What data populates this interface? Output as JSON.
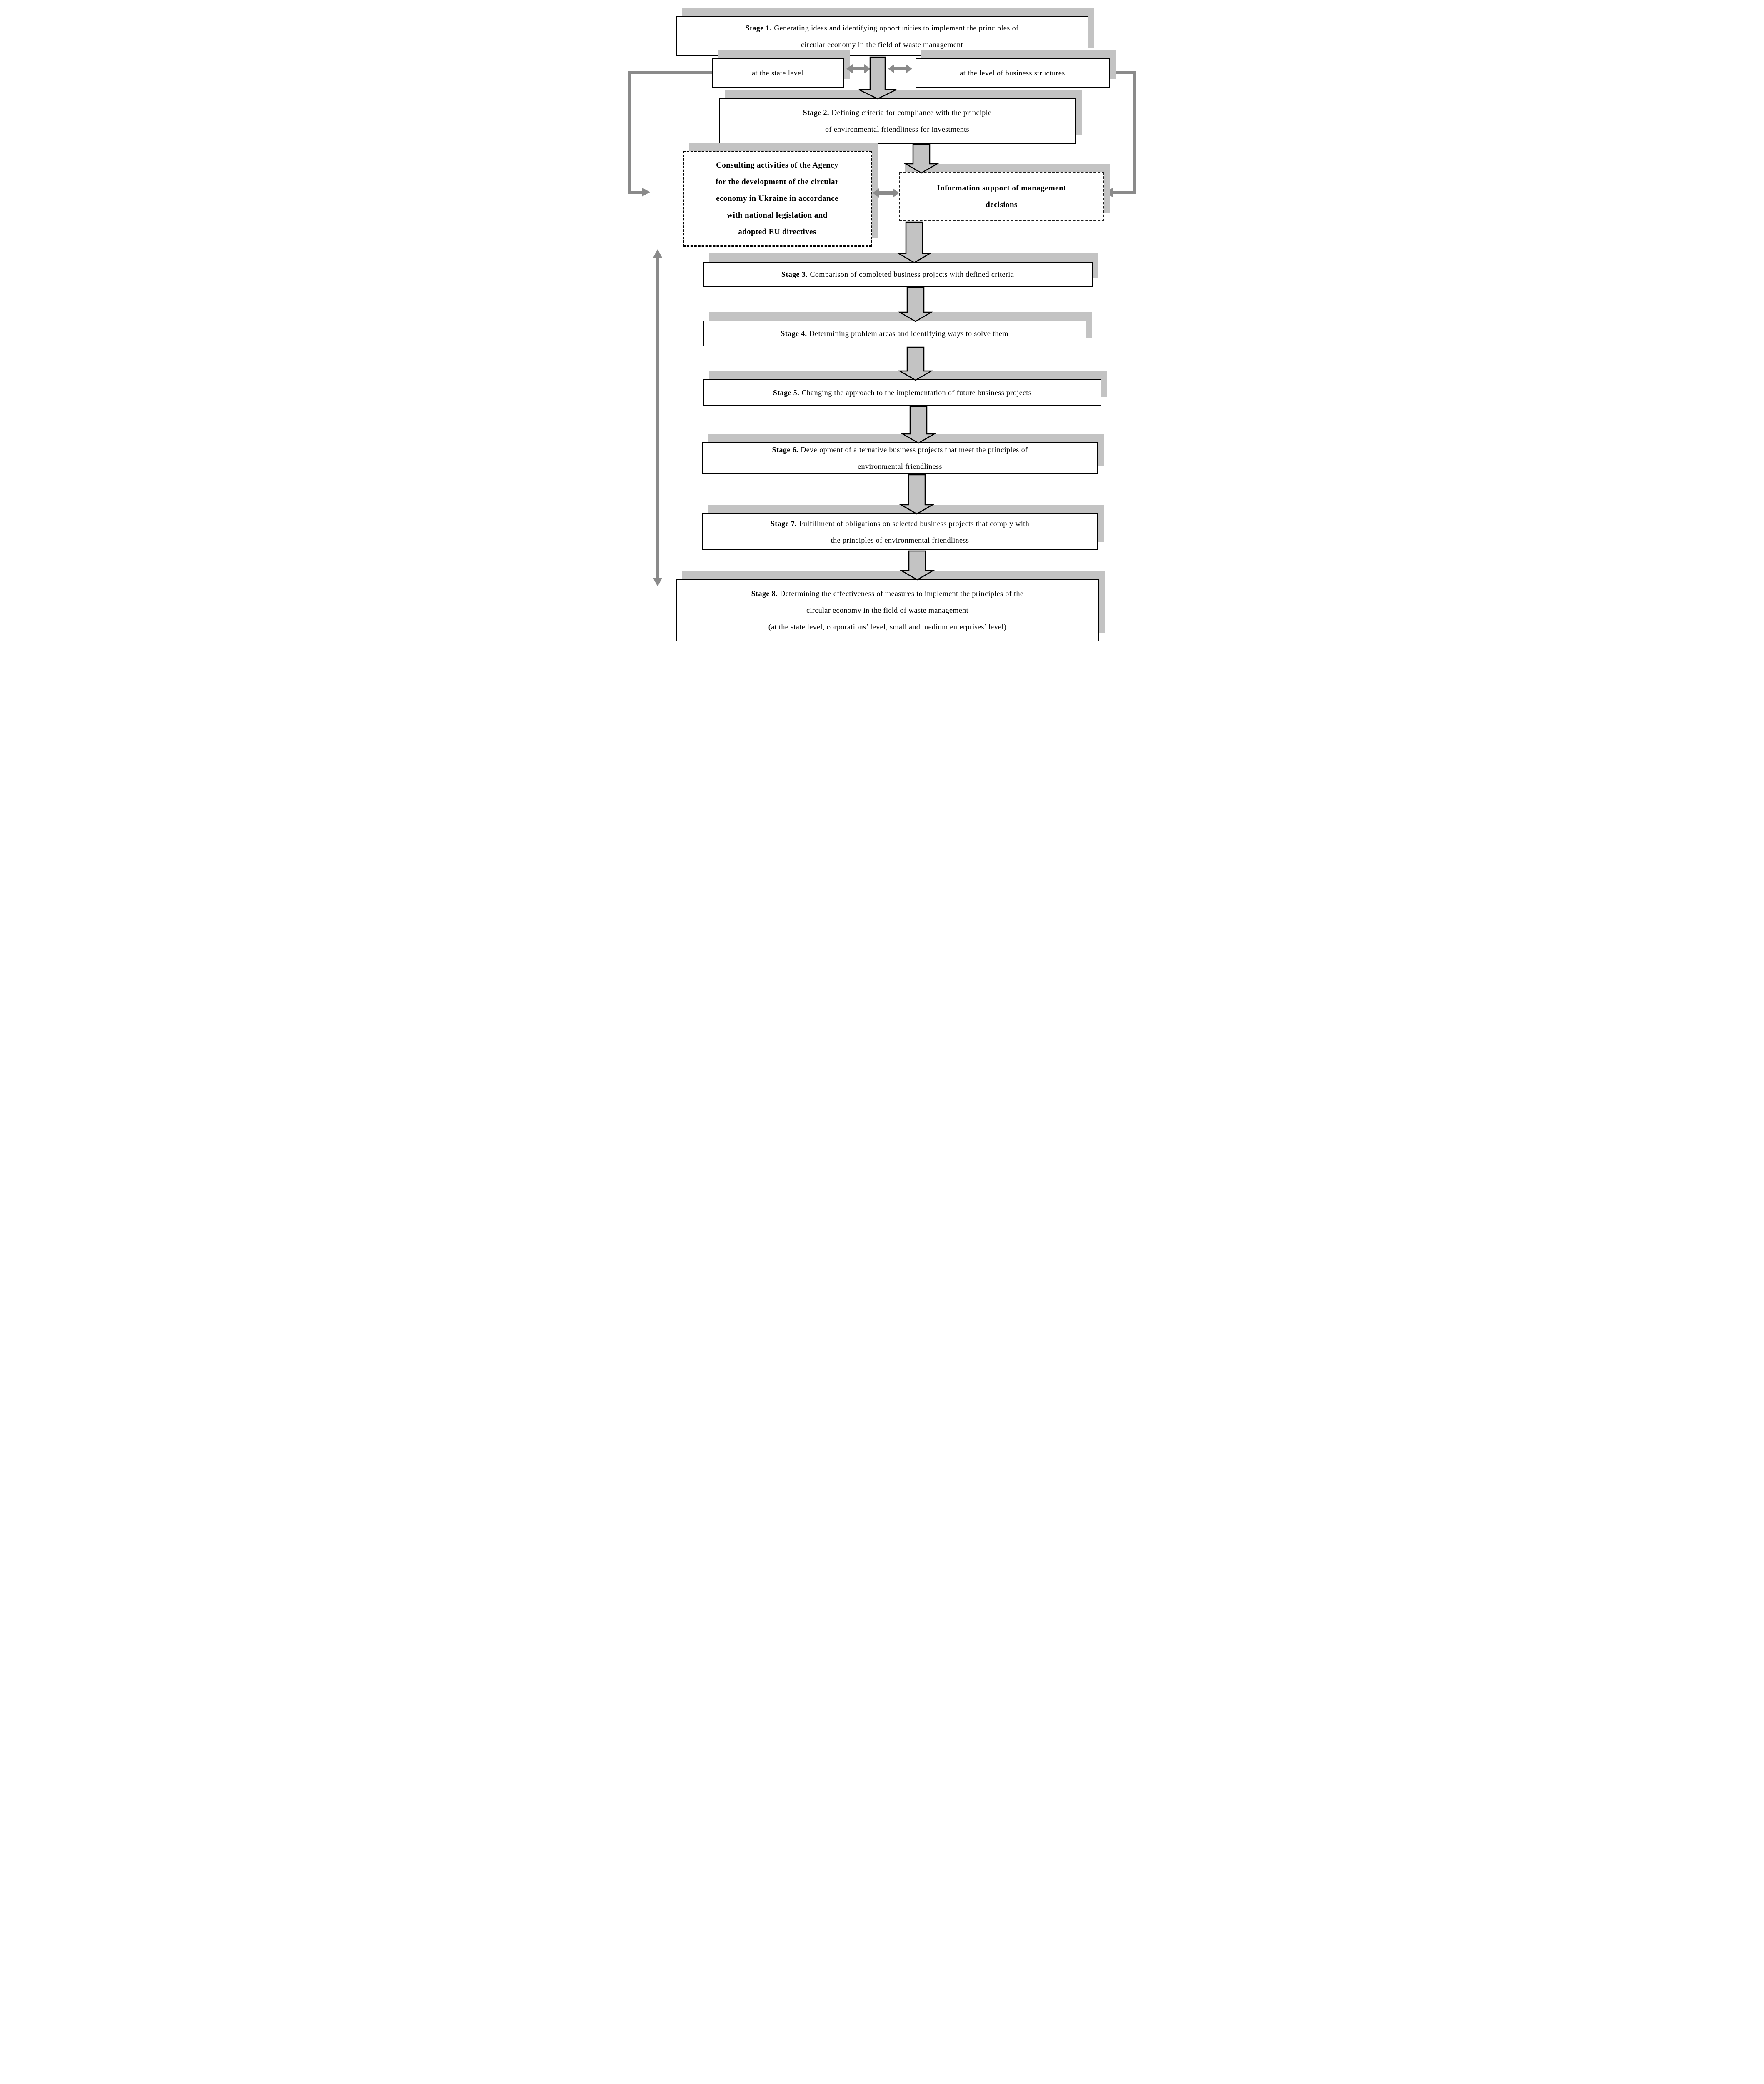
{
  "figure": {
    "kind": "flowchart",
    "background": "#ffffff"
  },
  "colors": {
    "box_fill": "#ffffff",
    "box_border": "#000000",
    "shadow": "#c3c3c3",
    "block_arrow_fill": "#c3c3c3",
    "block_arrow_outline": "#000000",
    "connector_gray": "#8a8a8a"
  },
  "stage1": {
    "label": "Stage 1.",
    "line1": "Generating ideas and identifying opportunities to implement the principles of",
    "line2": "circular economy in the field of waste management"
  },
  "level_boxes": {
    "state": "at the state level",
    "business": "at the level of business structures"
  },
  "stage2": {
    "label": "Stage 2.",
    "line1": "Defining criteria for compliance with the principle",
    "line2": "of environmental friendliness for investments"
  },
  "consulting_box": {
    "line1": "Consulting activities of the Agency",
    "line2": "for the development of the circular",
    "line3": "economy in Ukraine in accordance",
    "line4": "with national legislation and",
    "line5": "adopted EU directives"
  },
  "info_box": {
    "line1": "Information support of management",
    "line2": "decisions"
  },
  "stage3": {
    "label": "Stage 3.",
    "line1": "Comparison of completed business projects with defined criteria"
  },
  "stage4": {
    "label": "Stage 4.",
    "line1": "Determining problem areas and identifying ways to solve them"
  },
  "stage5": {
    "label": "Stage 5.",
    "line1": "Changing the approach to the implementation of future business projects"
  },
  "stage6": {
    "label": "Stage 6.",
    "line1": "Development of alternative business projects that meet the principles of",
    "line2": "environmental friendliness"
  },
  "stage7": {
    "label": "Stage 7.",
    "line1": "Fulfillment of obligations on selected business projects that comply with",
    "line2": "the principles of environmental friendliness"
  },
  "stage8": {
    "label": "Stage 8.",
    "line1": "Determining the effectiveness of measures to implement the principles of the",
    "line2": "circular economy in the field of waste management",
    "line3": "(at the state level, corporations’ level, small and medium enterprises’ level)"
  }
}
